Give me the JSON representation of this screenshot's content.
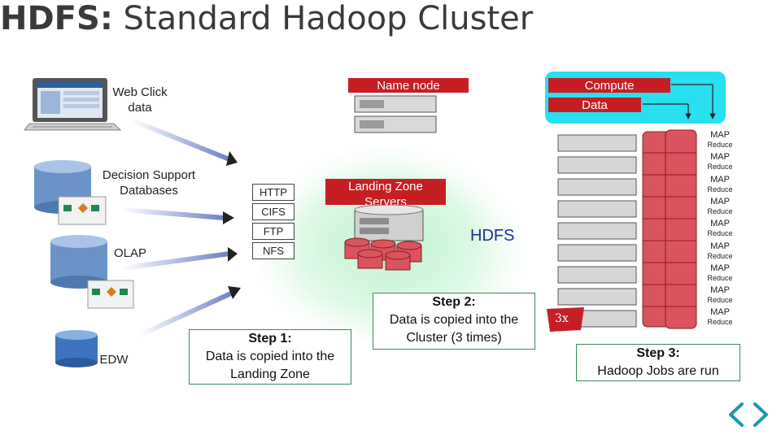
{
  "title": {
    "bold": "HDFS:",
    "rest": " Standard Hadoop Cluster"
  },
  "sources": {
    "web_click": "Web Click\ndata",
    "dss": "Decision Support\nDatabases",
    "olap": "OLAP",
    "edw": "EDW"
  },
  "protocols": [
    "HTTP",
    "CIFS",
    "FTP",
    "NFS"
  ],
  "name_node": "Name node",
  "compute": "Compute",
  "data_label": "Data",
  "landing_zone": "Landing Zone\nServers",
  "hdfs": "HDFS",
  "replication": "3x",
  "map_reduce": [
    {
      "map": "MAP",
      "reduce": "Reduce"
    },
    {
      "map": "MAP",
      "reduce": "Reduce"
    },
    {
      "map": "MAP",
      "reduce": "Reduce"
    },
    {
      "map": "MAP",
      "reduce": "Reduce"
    },
    {
      "map": "MAP",
      "reduce": "Reduce"
    },
    {
      "map": "MAP",
      "reduce": "Reduce"
    },
    {
      "map": "MAP",
      "reduce": "Reduce"
    },
    {
      "map": "MAP",
      "reduce": "Reduce"
    },
    {
      "map": "MAP",
      "reduce": "Reduce"
    }
  ],
  "steps": [
    {
      "title": "Step 1:",
      "text": "Data is copied into the\nLanding Zone"
    },
    {
      "title": "Step 2:",
      "text": "Data is copied into the\nCluster (3 times)"
    },
    {
      "title": "Step 3:",
      "text": "Hadoop Jobs are run"
    }
  ],
  "colors": {
    "accent_red": "#c51f24",
    "cyan": "#28e0f0",
    "green_glow": "#c9f5d6",
    "step_border": "#3b8a5a",
    "nav": "#1a9aa8"
  }
}
